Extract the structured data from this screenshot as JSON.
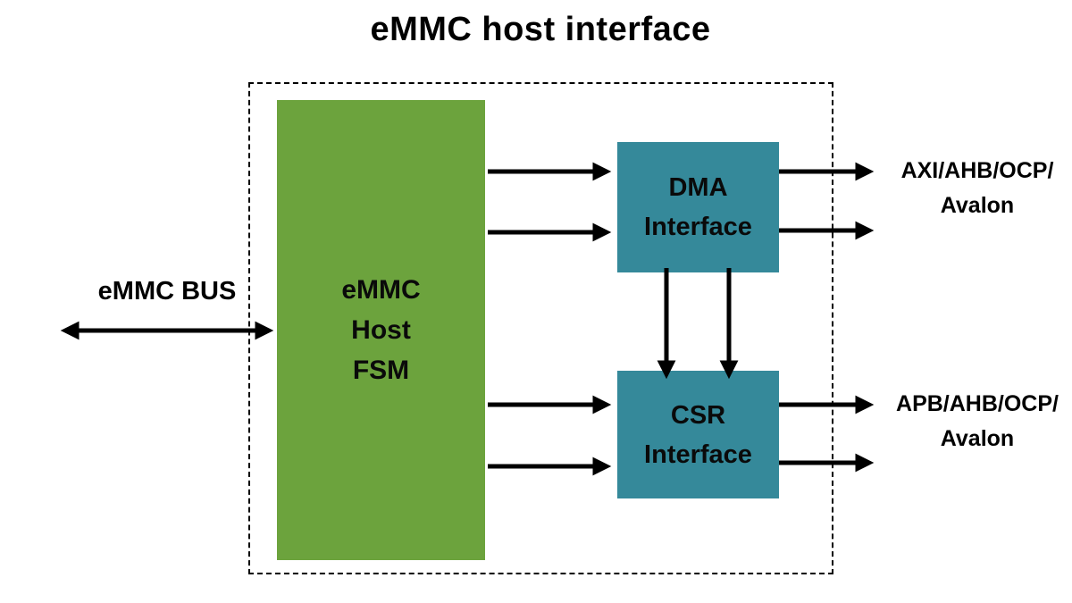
{
  "diagram": {
    "title": "eMMC host interface",
    "bus_label": "eMMC BUS",
    "blocks": {
      "fsm": {
        "lines": [
          "eMMC",
          "Host",
          "FSM"
        ]
      },
      "dma": {
        "lines": [
          "DMA",
          "Interface"
        ]
      },
      "csr": {
        "lines": [
          "CSR",
          "Interface"
        ]
      }
    },
    "outputs": {
      "dma_bus": {
        "lines": [
          "AXI/AHB/OCP/",
          "Avalon"
        ]
      },
      "csr_bus": {
        "lines": [
          "APB/AHB/OCP/",
          "Avalon"
        ]
      }
    },
    "colors": {
      "fsm_block": "#6CA33D",
      "interface_block": "#35899A",
      "arrow": "#000000",
      "background": "#FFFFFF",
      "text": "#000000"
    }
  }
}
